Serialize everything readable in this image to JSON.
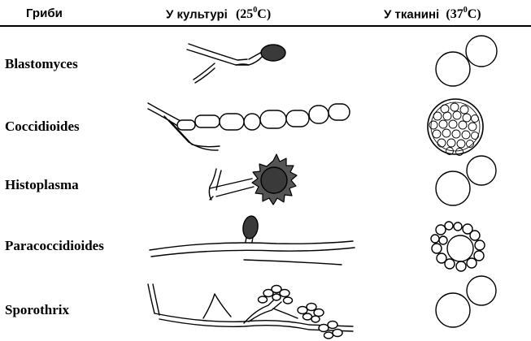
{
  "header": {
    "col_fungi": "Гриби",
    "col_culture_prefix": "У культурі",
    "col_culture_temp": "(25",
    "col_culture_unit": "C)",
    "col_tissue_prefix": "У тканині",
    "col_tissue_temp": "(37",
    "col_tissue_unit": "C)",
    "degree_mark": "0"
  },
  "rows": [
    {
      "name": "Blastomyces"
    },
    {
      "name": "Coccidioides"
    },
    {
      "name": "Histoplasma"
    },
    {
      "name": "Paracoccidioides"
    },
    {
      "name": "Sporothrix"
    }
  ],
  "colors": {
    "ink": "#000000",
    "conidium_dark": "#3a3a3a",
    "background": "#ffffff"
  }
}
